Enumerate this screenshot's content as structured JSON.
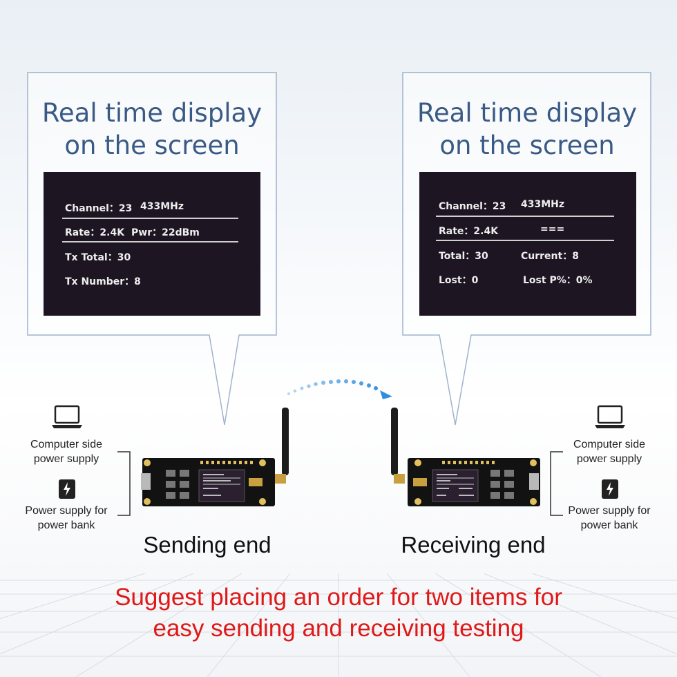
{
  "left_callout": {
    "title_line1": "Real time display",
    "title_line2": "on the screen",
    "screen": {
      "channel": "Channel：23",
      "freq": "433MHz",
      "rate": "Rate：2.4K",
      "pwr": "Pwr：22dBm",
      "tx_total": "Tx Total：30",
      "tx_number": "Tx Number：8"
    }
  },
  "right_callout": {
    "title_line1": "Real time display",
    "title_line2": "on the screen",
    "screen": {
      "channel": "Channel：23",
      "freq": "433MHz",
      "rate": "Rate：2.4K",
      "signal": "===",
      "total": "Total：30",
      "current": "Current：8",
      "lost": "Lost：0",
      "lost_pct": "Lost P%：0%"
    }
  },
  "left_power": {
    "computer_line1": "Computer side",
    "computer_line2": "power supply",
    "bank_line1": "Power supply for",
    "bank_line2": "power bank"
  },
  "right_power": {
    "computer_line1": "Computer side",
    "computer_line2": "power supply",
    "bank_line1": "Power supply for",
    "bank_line2": "power bank"
  },
  "sending_label": "Sending end",
  "receiving_label": "Receiving end",
  "suggestion_line1": "Suggest placing an order for two items for",
  "suggestion_line2": "easy sending and receiving testing",
  "colors": {
    "title_blue": "#3a5a86",
    "screen_bg": "#1e1523",
    "suggestion_red": "#e01818",
    "arrow_blue": "#2f8ee0"
  },
  "icons": [
    "laptop-icon",
    "power-bank-icon"
  ]
}
